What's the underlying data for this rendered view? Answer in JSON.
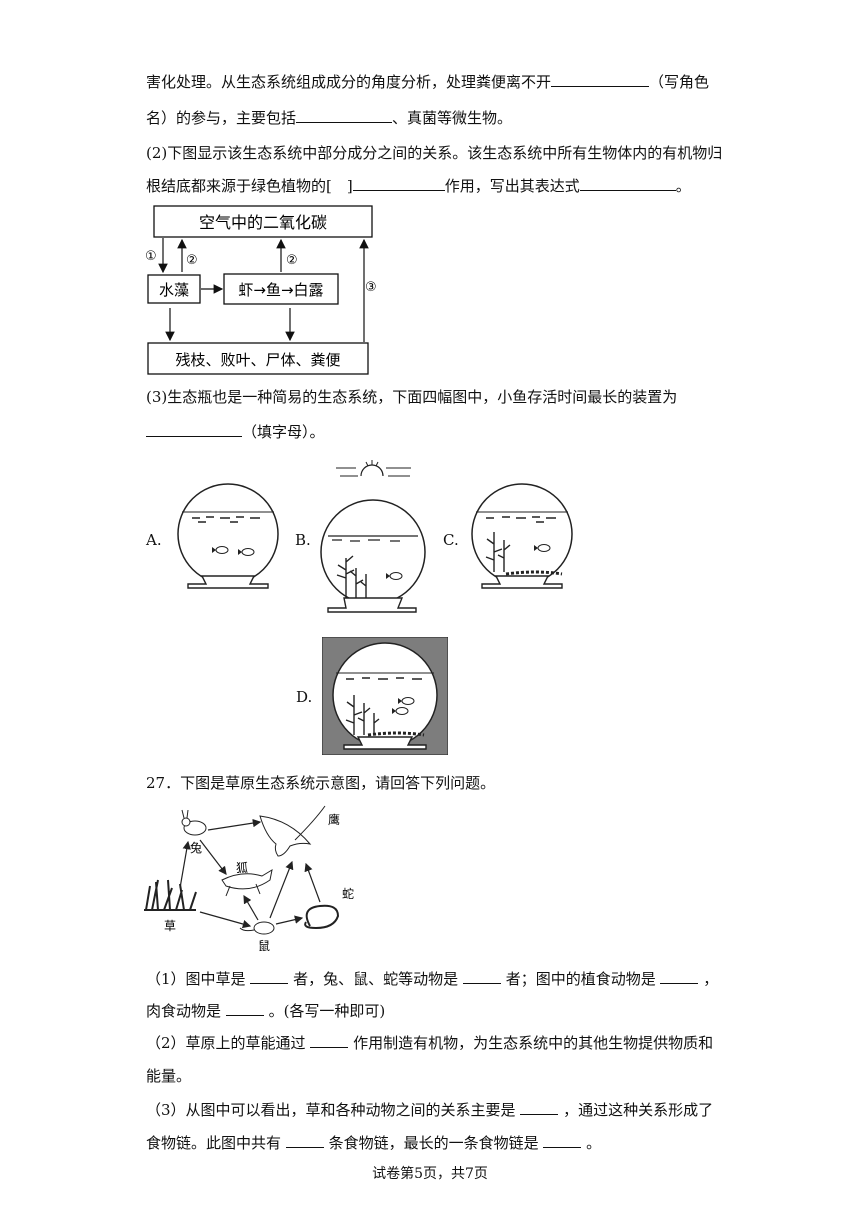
{
  "q26_cont": {
    "l1": "害化处理。从生态系统组成成分的角度分析，处理粪便离不开",
    "l1_end": "（写角色",
    "l2_a": "名）的参与，主要包括",
    "l2_b": "、真菌等微生物。",
    "p2_l1": "(2)下图显示该生态系统中部分成分之间的关系。该生态系统中所有生物体内的有机物归",
    "p2_l2_a": "根结底都来源于绿色植物的[　]",
    "p2_l2_b": "作用，写出其表达式",
    "p2_l2_c": "。",
    "p3_l1": "(3)生态瓶也是一种简易的生态系统，下面四幅图中，小鱼存活时间最长的装置为",
    "p3_l2": "（填字母）。"
  },
  "diagram": {
    "co2": "空气中的二氧化碳",
    "algae": "水藻",
    "chain": "虾→鱼→白露",
    "remains": "残枝、败叶、尸体、粪便",
    "n1": "①",
    "n2": "②",
    "n2b": "②",
    "n3": "③"
  },
  "options": {
    "a": "A.",
    "b": "B.",
    "c": "C.",
    "d": "D."
  },
  "q27": {
    "title": "27．下图是草原生态系统示意图，请回答下列问题。",
    "labels": {
      "eagle": "鹰",
      "rabbit": "兔",
      "fox": "狐",
      "snake": "蛇",
      "grass": "草",
      "mouse": "鼠"
    },
    "p1_a": "（1）图中草是",
    "p1_b": "者，兔、鼠、蛇等动物是",
    "p1_c": "者；图中的植食动物是",
    "p1_d": "，",
    "p1_l2_a": "肉食动物是",
    "p1_l2_b": "。(各写一种即可)",
    "p2_a": "（2）草原上的草能通过",
    "p2_b": "作用制造有机物，为生态系统中的其他生物提供物质和",
    "p2_l2": "能量。",
    "p3_a": "（3）从图中可以看出，草和各种动物之间的关系主要是",
    "p3_b": "，通过这种关系形成了",
    "p3_l2_a": "食物链。此图中共有",
    "p3_l2_b": "条食物链，最长的一条食物链是",
    "p3_l2_c": "。"
  },
  "footer": "试卷第5页，共7页"
}
